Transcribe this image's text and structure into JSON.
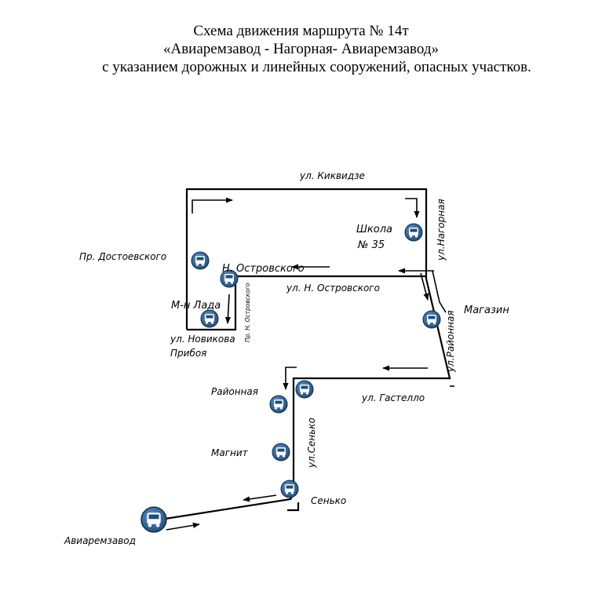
{
  "title": {
    "line1": "Схема движения маршрута № 14т",
    "line2": "«Авиаремзавод - Нагорная- Авиаремзавод»",
    "line3": "с указанием дорожных и линейных сооружений, опасных участков."
  },
  "streets": {
    "kikvidze": "ул. Киквидзе",
    "nagornaya": "ул.Нагорная",
    "n_ostrovskogo": "ул. Н. Островского",
    "pr_n_ostrovskogo": "Пр. Н. Островского",
    "novikova_1": "ул. Новикова",
    "novikova_2": "Прибоя",
    "rayonnaya": "ул.Районная",
    "gastello": "ул. Гастелло",
    "senko": "ул.Сенько"
  },
  "stops": {
    "school_1": "Школа",
    "school_2": "№ 35",
    "dostoevskogo": "Пр. Достоевского",
    "n_ostrovskogo": "Н. Островского",
    "mn_lada": "М-н Лада",
    "magazin": "Магазин",
    "rayonnaya": "Районная",
    "magnit": "Магнит",
    "senko": "Сенько",
    "aviaremzavod": "Авиаремзавод"
  },
  "icons": {
    "bus_stop": "bus-stop-icon",
    "direction_arrow": "arrow-icon"
  },
  "colors": {
    "route_line": "#000000",
    "stop_fill": "#1f4e79",
    "stop_glyph": "#ffffff"
  }
}
